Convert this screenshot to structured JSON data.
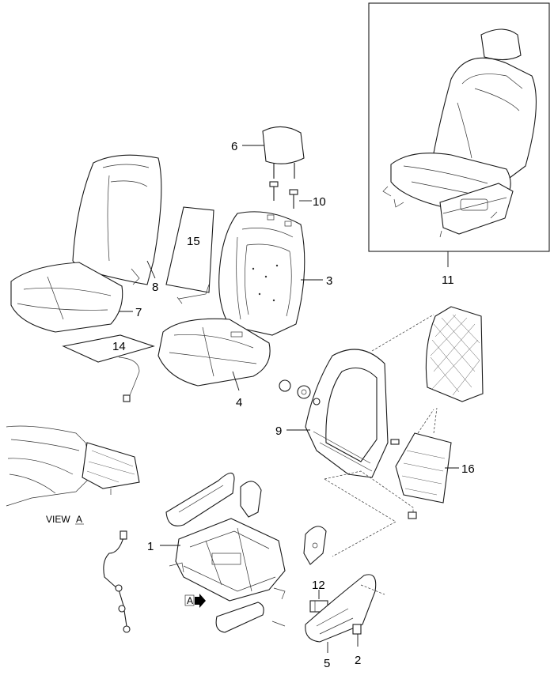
{
  "callouts": {
    "c1": "1",
    "c2": "2",
    "c3": "3",
    "c4": "4",
    "c5": "5",
    "c6": "6",
    "c7": "7",
    "c8": "8",
    "c9": "9",
    "c10": "10",
    "c11": "11",
    "c12": "12",
    "c14": "14",
    "c15": "15",
    "c16": "16"
  },
  "view_label": "VIEW",
  "view_letter": "A",
  "arrow_letter": "A"
}
